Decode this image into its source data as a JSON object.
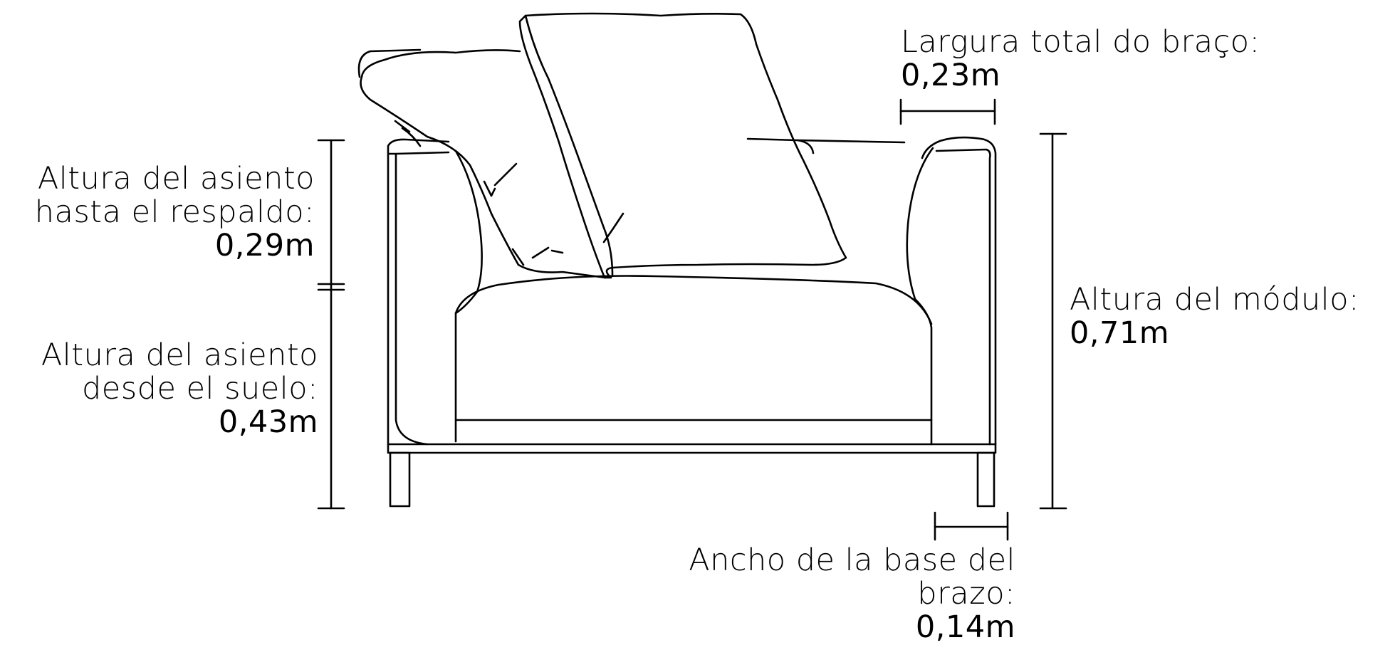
{
  "dimensions": {
    "arm_total_width": {
      "label": "Largura total do braço:",
      "value": "0,23m"
    },
    "seat_to_back_height": {
      "label_line1": "Altura del asiento",
      "label_line2": "hasta el respaldo:",
      "value": "0,29m"
    },
    "seat_from_floor_height": {
      "label_line1": "Altura del asiento",
      "label_line2": "desde el suelo:",
      "value": "0,43m"
    },
    "module_height": {
      "label": "Altura del módulo:",
      "value": "0,71m"
    },
    "arm_base_width": {
      "label_line1": "Ancho de la base del",
      "label_line2": "brazo:",
      "value": "0,14m"
    }
  },
  "colors": {
    "line": "#000000",
    "background": "#ffffff"
  }
}
